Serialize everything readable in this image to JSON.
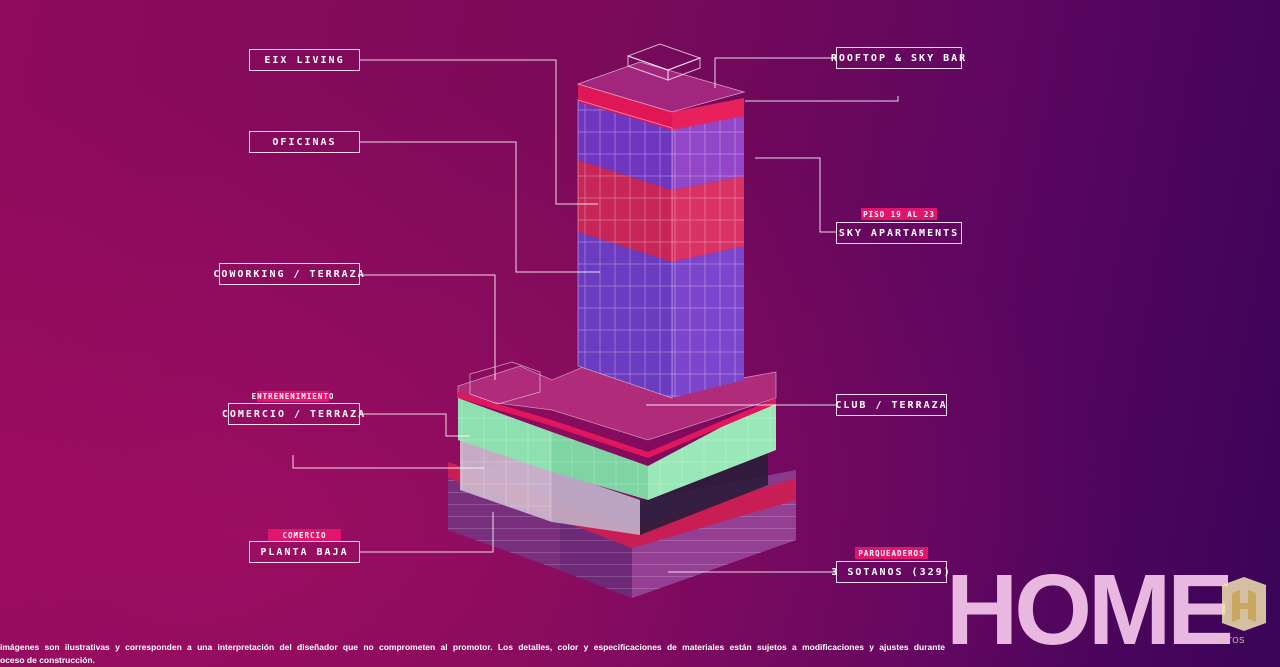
{
  "labels": {
    "eix_living": "EIX LIVING",
    "oficinas": "OFICINAS",
    "coworking": "COWORKING / TERRAZA",
    "comercio_terraza": "COMERCIO / TERRAZA",
    "planta_baja": "PLANTA BAJA",
    "rooftop": "ROOFTOP & SKY BAR",
    "sky_apartaments": "SKY APARTAMENTS",
    "club": "CLUB / TERRAZA",
    "sotanos": "3 SOTANOS (329)"
  },
  "tags": {
    "entretenimiento": "ENTRENENIMIENTO",
    "comercio": "COMERCIO",
    "piso": "PISO 19 AL 23",
    "parqueaderos": "PARQUEADEROS"
  },
  "disclaimer": {
    "line1": "imágenes son ilustrativas y corresponden a una interpretación del diseñador que no comprometen al promotor. Los detalles, color y especificaciones de materiales están sujetos a modificaciones y ajustes durante",
    "line2": "oceso de construcción."
  },
  "brand": {
    "home_logo": "HOME",
    "hitos_logo": "HITOS"
  },
  "colors": {
    "accent_pink": "#e0156b",
    "tower_violet": "#7a3fc0",
    "tower_red": "#d8205a",
    "podium_green": "#8fe0b0",
    "logo": "#e8b8e0"
  }
}
